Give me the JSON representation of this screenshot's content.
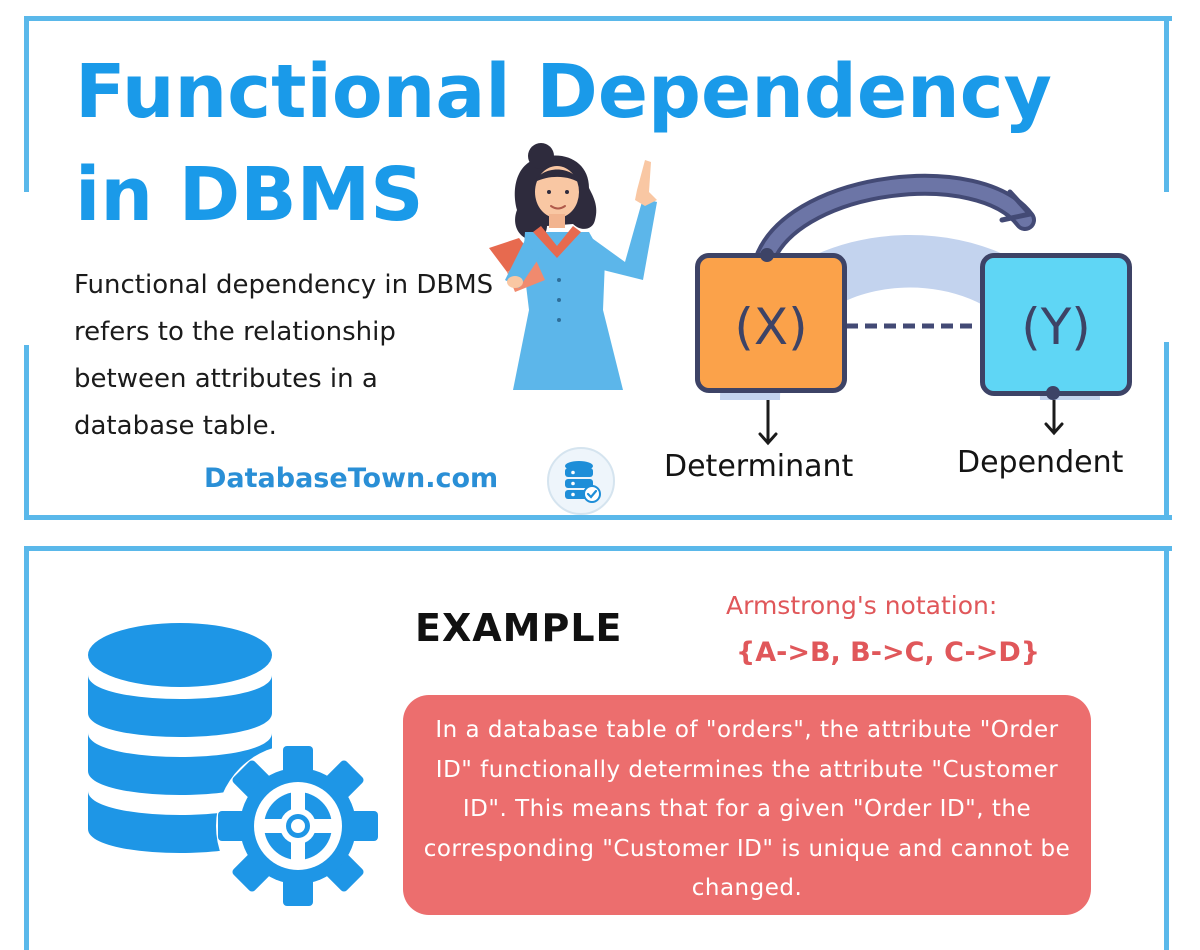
{
  "header": {
    "title_line1": "Functional Dependency",
    "title_line2": "in DBMS"
  },
  "intro": {
    "description": "Functional dependency in DBMS refers to the relationship between attributes in a database table."
  },
  "brand": {
    "site_name": "DatabaseTown.com",
    "logo_icon": "database-check-icon"
  },
  "diagram": {
    "determinant_symbol": "(X)",
    "dependent_symbol": "(Y)",
    "determinant_label": "Determinant",
    "dependent_label": "Dependent",
    "determinant_color": "#fba24a",
    "dependent_color": "#5fd6f5"
  },
  "example": {
    "heading": "EXAMPLE",
    "notation_label": "Armstrong's notation:",
    "notation_formula": "{A->B, B->C, C->D}",
    "body": "In a database table of \"orders\", the attribute \"Order ID\" functionally determines the attribute \"Customer ID\". This means that for a given \"Order ID\", the corresponding \"Customer ID\" is unique and cannot be changed.",
    "illustration_icon": "database-gear-icon"
  },
  "colors": {
    "title_blue": "#1a9ae9",
    "frame_blue": "#5ab8ea",
    "accent_red": "#e0575a",
    "example_box": "#ec6e6e"
  }
}
